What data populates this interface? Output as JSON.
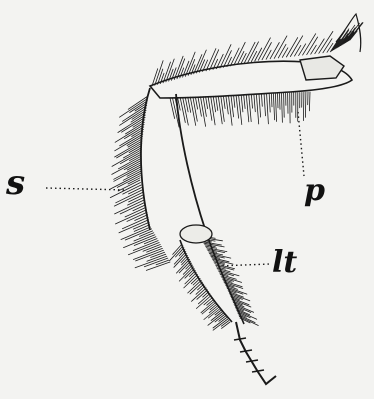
{
  "figure": {
    "labels": {
      "s": "s",
      "p": "p",
      "lt": "lt"
    },
    "ink_color": "#1a1a1a",
    "paper_color": "#f3f3f1"
  }
}
